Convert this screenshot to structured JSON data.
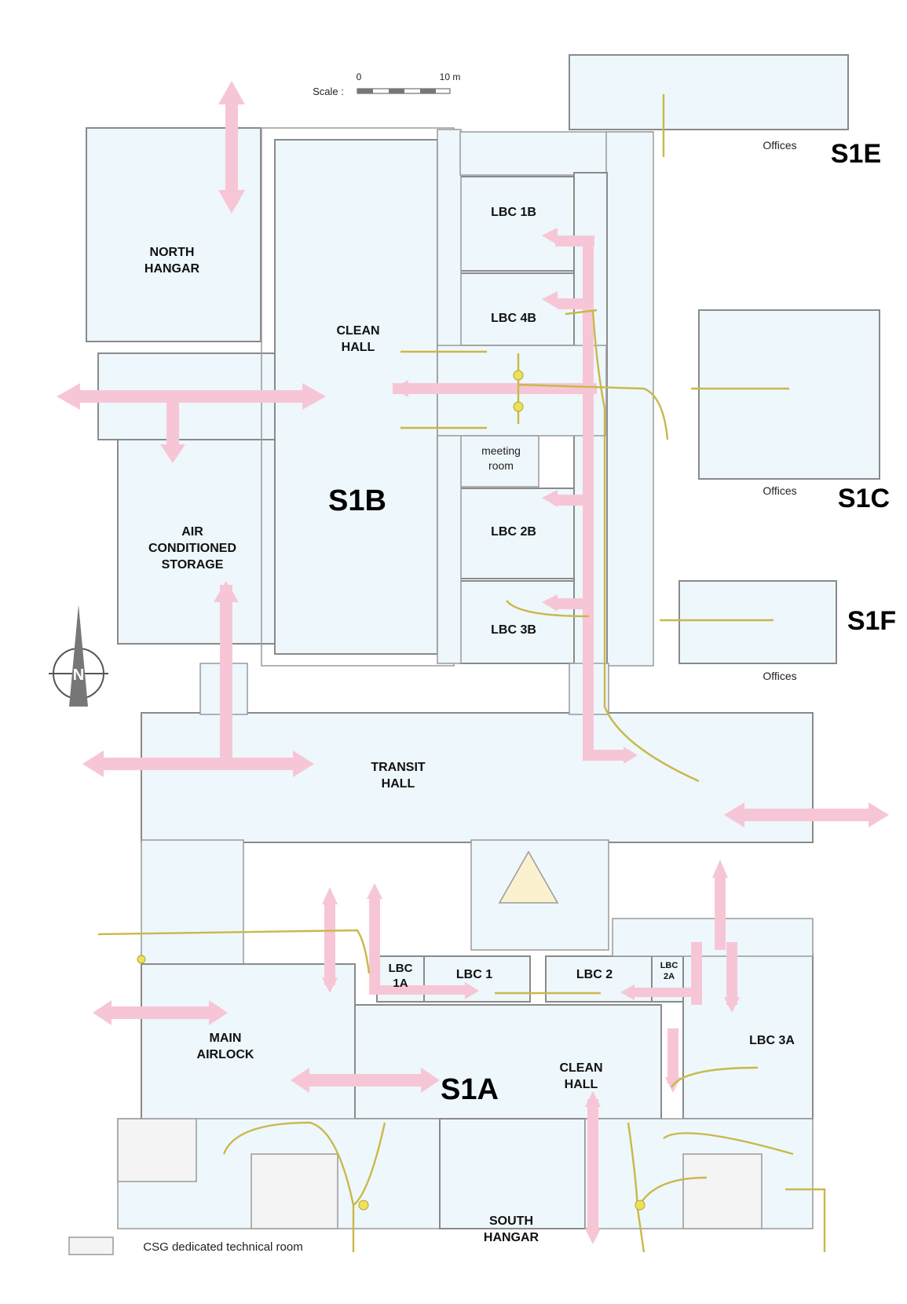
{
  "scale": {
    "label": "Scale :",
    "start": "0",
    "end": "10 m"
  },
  "buildings": {
    "s1a": "S1A",
    "s1b": "S1B",
    "s1c": "S1C",
    "s1e": "S1E",
    "s1f": "S1F"
  },
  "rooms": {
    "north_hangar": [
      "NORTH",
      "HANGAR"
    ],
    "clean_hall_b": [
      "CLEAN",
      "HALL"
    ],
    "air_storage": [
      "AIR",
      "CONDITIONED",
      "STORAGE"
    ],
    "lbc_1b": "LBC 1B",
    "lbc_4b": "LBC 4B",
    "lbc_2b": "LBC 2B",
    "lbc_3b": "LBC 3B",
    "meeting_room": [
      "meeting",
      "room"
    ],
    "transit_hall": [
      "TRANSIT",
      "HALL"
    ],
    "lbc_1a": [
      "LBC",
      "1A"
    ],
    "lbc_1": "LBC 1",
    "lbc_2": "LBC 2",
    "lbc_2a": [
      "LBC",
      "2A"
    ],
    "lbc_3a": "LBC 3A",
    "main_airlock": [
      "MAIN",
      "AIRLOCK"
    ],
    "clean_hall_a": [
      "CLEAN",
      "HALL"
    ],
    "south_hangar": [
      "SOUTH",
      "HANGAR"
    ],
    "offices_e": "Offices",
    "offices_c": "Offices",
    "offices_f": "Offices"
  },
  "compass": {
    "letter": "N"
  },
  "legend": {
    "label": "CSG dedicated technical room"
  },
  "colors": {
    "room_fill": "#eef7fb",
    "wall": "#8a8a8a",
    "pink_arrow": "#f7c6d6",
    "yellow_path": "#c9b84a",
    "tech_room": "#f4f4f4"
  }
}
